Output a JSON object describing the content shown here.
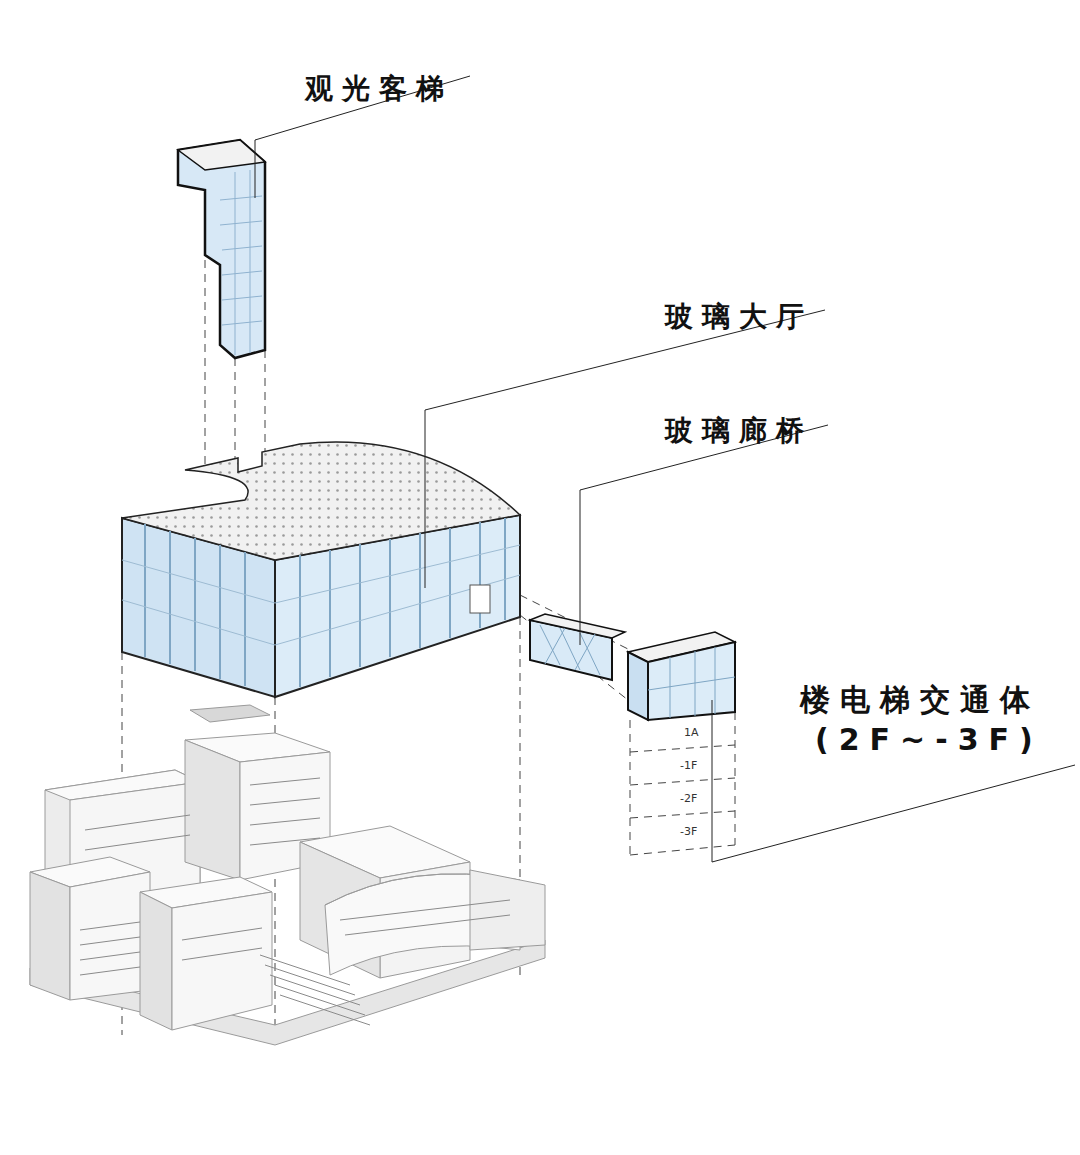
{
  "diagram": {
    "labels": [
      "观光客梯",
      "玻璃大厅",
      "玻璃廊桥",
      "楼电梯交通体",
      "(2F~-3F)",
      "1A",
      "-1F",
      "-2F",
      "-3F"
    ]
  }
}
